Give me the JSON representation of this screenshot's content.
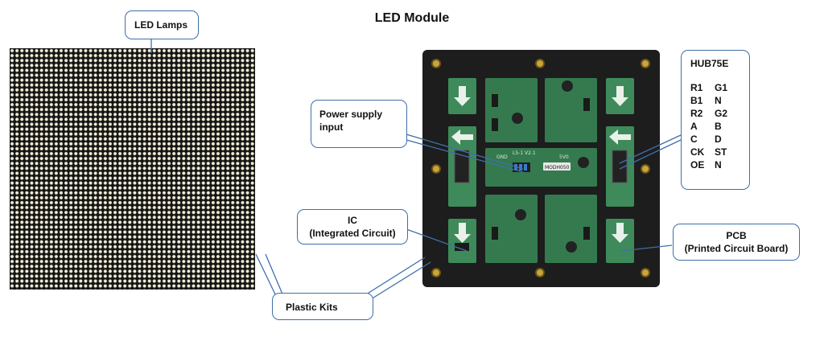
{
  "title": "LED Module",
  "labels": {
    "led_lamps": "LED Lamps",
    "power_supply": [
      "Power supply",
      "input"
    ],
    "ic": [
      "IC",
      "(Integrated Circuit)"
    ],
    "plastic_kits": "Plastic Kits",
    "pcb": [
      "PCB",
      "(Printed Circuit Board)"
    ]
  },
  "hub75e": {
    "heading": "HUB75E",
    "pins": [
      [
        "R1",
        "G1"
      ],
      [
        "B1",
        "N"
      ],
      [
        "R2",
        "G2"
      ],
      [
        "A",
        "B"
      ],
      [
        "C",
        "D"
      ],
      [
        "CK",
        "ST"
      ],
      [
        "OE",
        "N"
      ]
    ]
  },
  "silkscreen": {
    "gnd": "GND",
    "vcc": "5V0",
    "model": "MODH050",
    "version": "L5-1 V2.1"
  },
  "colors": {
    "callout_border": "#3f6fa8",
    "pcb_green": "#3f8a5a",
    "frame": "#1d1d1d"
  }
}
